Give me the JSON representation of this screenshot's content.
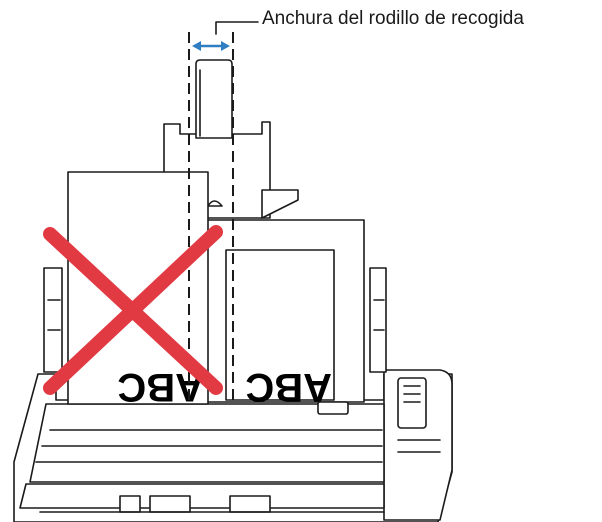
{
  "callout": {
    "label": "Anchura del rodillo de recogida"
  },
  "documents": {
    "left_text": "ABC",
    "right_text": "ABC"
  },
  "colors": {
    "cross_mark": "#e23a43",
    "width_arrow": "#2f7ec2",
    "outline": "#1a1a1a"
  },
  "icons": {
    "incorrect_placement": "red-x-icon",
    "width_indicator": "double-arrow-icon"
  }
}
